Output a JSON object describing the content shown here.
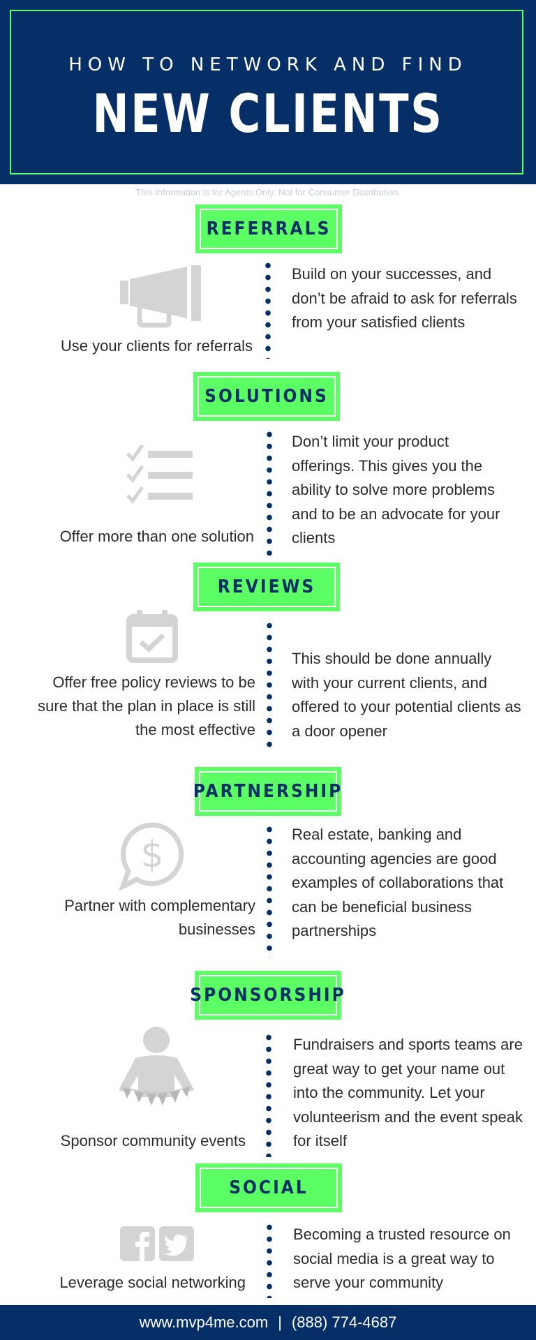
{
  "header": {
    "subtitle": "HOW TO NETWORK AND FIND",
    "title": "NEW CLIENTS"
  },
  "disclaimer": "This Information is for Agents Only.    Not for Consumer Distribution.",
  "colors": {
    "navy": "#052f66",
    "green": "#5bff63",
    "icon_gray": "#d4d4d4"
  },
  "sections": [
    {
      "label": "REFERRALS",
      "icon": "megaphone-icon",
      "left": "Use your clients for referrals",
      "right": "Build on your successes, and don’t be afraid to ask for referrals from your satisfied clients"
    },
    {
      "label": "SOLUTIONS",
      "icon": "checklist-icon",
      "left": "Offer more than one solution",
      "right": "Don’t limit your product offerings. This gives you the ability to solve more problems and to be an advocate for your clients"
    },
    {
      "label": "REVIEWS",
      "icon": "calendar-check-icon",
      "left": "Offer free policy reviews to be sure that the plan in place is still the most effective",
      "right": "This should be done annually with your current clients, and offered to your potential clients as a door opener"
    },
    {
      "label": "PARTNERSHIP",
      "icon": "dollar-speech-bubble-icon",
      "left": "Partner with complementary businesses",
      "right": "Real estate, banking and accounting agencies are good examples of collaborations that can be beneficial business partnerships"
    },
    {
      "label": "SPONSORSHIP",
      "icon": "person-bunting-icon",
      "left": "Sponsor community events",
      "right": "Fundraisers and sports teams are great way to get your name out into the community. Let your volunteerism and the event speak for itself"
    },
    {
      "label": "SOCIAL",
      "icon": "facebook-twitter-icon",
      "left": "Leverage social networking",
      "right": "Becoming a trusted resource on social media is a great way to serve your community"
    }
  ],
  "footer": {
    "website": "www.mvp4me.com",
    "separator": "|",
    "phone": "(888) 774-4687"
  }
}
